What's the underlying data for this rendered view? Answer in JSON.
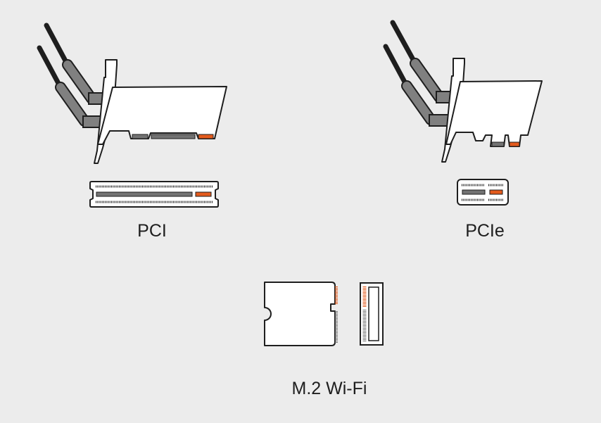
{
  "labels": {
    "pci": "PCI",
    "pcie": "PCIe",
    "m2": "M.2 Wi-Fi"
  },
  "colors": {
    "background": "#ececec",
    "outline": "#1e1e1e",
    "card_fill": "#ffffff",
    "antenna_fill": "#808080",
    "contact_gray": "#737373",
    "contact_orange": "#e35a1c"
  }
}
